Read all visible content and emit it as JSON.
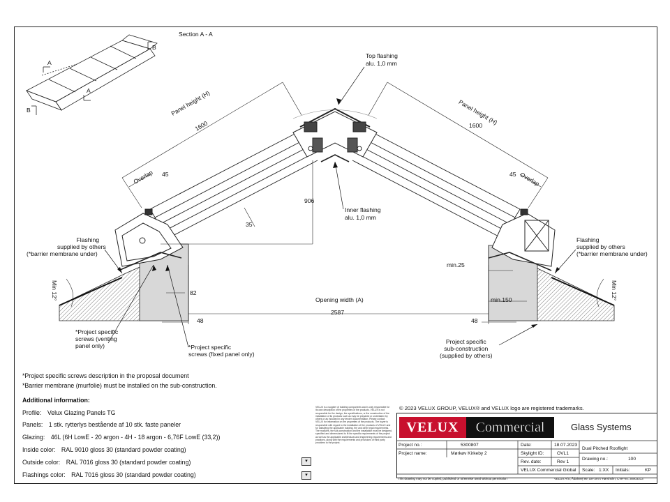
{
  "section_title": "Section A - A",
  "markers": {
    "a": "A",
    "b": "B"
  },
  "labels": {
    "top_flashing": "Top flashing",
    "top_flashing_spec": "alu. 1,0 mm",
    "inner_flashing": "Inner flashing",
    "inner_flashing_spec": "alu. 1,0 mm",
    "panel_height": "Panel height (H)",
    "overlap": "Overlap",
    "flashing": "Flashing",
    "supplied_by_others": "supplied by others",
    "barrier_under": "(*barrier membrane under)",
    "opening_width": "Opening width (A)",
    "min12": "Min 12°",
    "min25": "min.25",
    "min150": "min.150",
    "screws_venting_1": "*Project specific",
    "screws_venting_2": "screws (venting",
    "screws_venting_3": "panel only)",
    "screws_fixed_1": "*Project specific",
    "screws_fixed_2": "screws (fixed panel only)",
    "subcon_1": "Project specific",
    "subcon_2": "sub-construction",
    "subcon_3": "(supplied by others)"
  },
  "dimensions": {
    "panel_height_left": "1600",
    "panel_height_right": "1600",
    "overlap_left": "45",
    "overlap_right": "45",
    "height": "906",
    "d35": "35",
    "d82": "82",
    "d48_left": "48",
    "d48_right": "48",
    "opening": "2587"
  },
  "notes": [
    "*Project specific screws description in the proposal document",
    "*Barrier membrane (murfolie) must be installed on the sub-construction."
  ],
  "additional": {
    "heading": "Additional information:",
    "rows": [
      {
        "label": "Profile:",
        "value": "Velux Glazing Panels TG"
      },
      {
        "label": "Panels:",
        "value": "1 stk. rytterlys bestående af 10 stk. faste paneler"
      },
      {
        "label": "Glazing:",
        "value": "46L (6H LowE - 20 argon - 4H - 18 argon - 6,76F LowE (33,2))"
      },
      {
        "label": "Inside color:",
        "value": "RAL 9010 gloss 30 (standard powder coating)"
      },
      {
        "label": "Outside color:",
        "value": "RAL 7016 gloss 30 (standard powder coating)"
      },
      {
        "label": "Flashings color:",
        "value": "RAL 7016 gloss 30 (standard powder coating)"
      }
    ]
  },
  "disclaimer": "VELUX is a supplier of building components and is only responsible for its own description of the properties of the products. VELUX is not responsible for the design, the specifications, or the construction of the installation of its products such as may be prepared or undertaken by others or as included in any tender documentation. Please contact VELUX for information on the properties of the products. The buyer is responsible with regard to the installation of the products of VELUX and for satisfying the applicable building, fire and other legal requirements. The modules, the sub-construction and the installation must be designed, specified and dimensioned to fit the specific requirements of the project as well as the applicable architectural and engineering requirements and practices, along with the requirements and provisions of third party providers to the project.",
  "trademark": "© 2023 VELUX GROUP, VELUX® and VELUX logo are registered trademarks.",
  "logo": {
    "red": "VELUX",
    "black": "Commercial"
  },
  "title_block": {
    "system": "Glass Systems",
    "project_no_label": "Project no.:",
    "project_no": "5300807",
    "project_name_label": "Project name:",
    "project_name": "Mørkøv Kirkeby 2",
    "date_label": "Date:",
    "date": "18.07.2023",
    "skylight_label": "Skylight ID:",
    "skylight": "OVL1",
    "rev_date_label": "Rev. date:",
    "rev_date": "Rev 1",
    "company": "VELUX Commercial Global",
    "product": "Dual Pitched Rooflight",
    "drawing_label": "Drawing no.:",
    "drawing": "100",
    "scale_label": "Scale:",
    "scale": "1:XX",
    "initials_label": "Initials:",
    "initials": "KP",
    "footer_left": "This drawing may not be copied, published or otherwise used without permission",
    "footer_right": "VELUX A/S, Ådalsvej 99, DK-2970 Hørsholm, CVR-no. 30003313"
  }
}
